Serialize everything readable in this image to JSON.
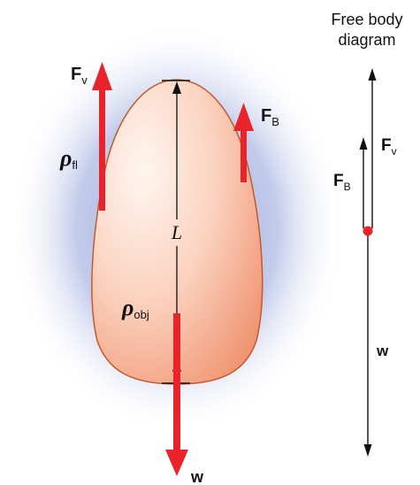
{
  "object_diagram": {
    "force_viscous": {
      "symbol": "F",
      "subscript": "v"
    },
    "force_buoyant": {
      "symbol": "F",
      "subscript": "B"
    },
    "fluid_density": {
      "symbol": "ρ",
      "subscript": "fl"
    },
    "object_density": {
      "symbol": "ρ",
      "subscript": "obj"
    },
    "length_label": "L",
    "weight_label": "w"
  },
  "free_body_diagram": {
    "title_line1": "Free body",
    "title_line2": "diagram",
    "force_viscous": {
      "symbol": "F",
      "subscript": "v"
    },
    "force_buoyant": {
      "symbol": "F",
      "subscript": "B"
    },
    "weight_label": "w"
  },
  "colors": {
    "force_arrow": "#e8232a",
    "object_fill_light": "#fde6dc",
    "object_fill_dark": "#ef9068",
    "object_outline": "#c25a2e",
    "fluid_glow": "#8f9fd6",
    "line": "#111111",
    "dot": "#e8232a"
  }
}
